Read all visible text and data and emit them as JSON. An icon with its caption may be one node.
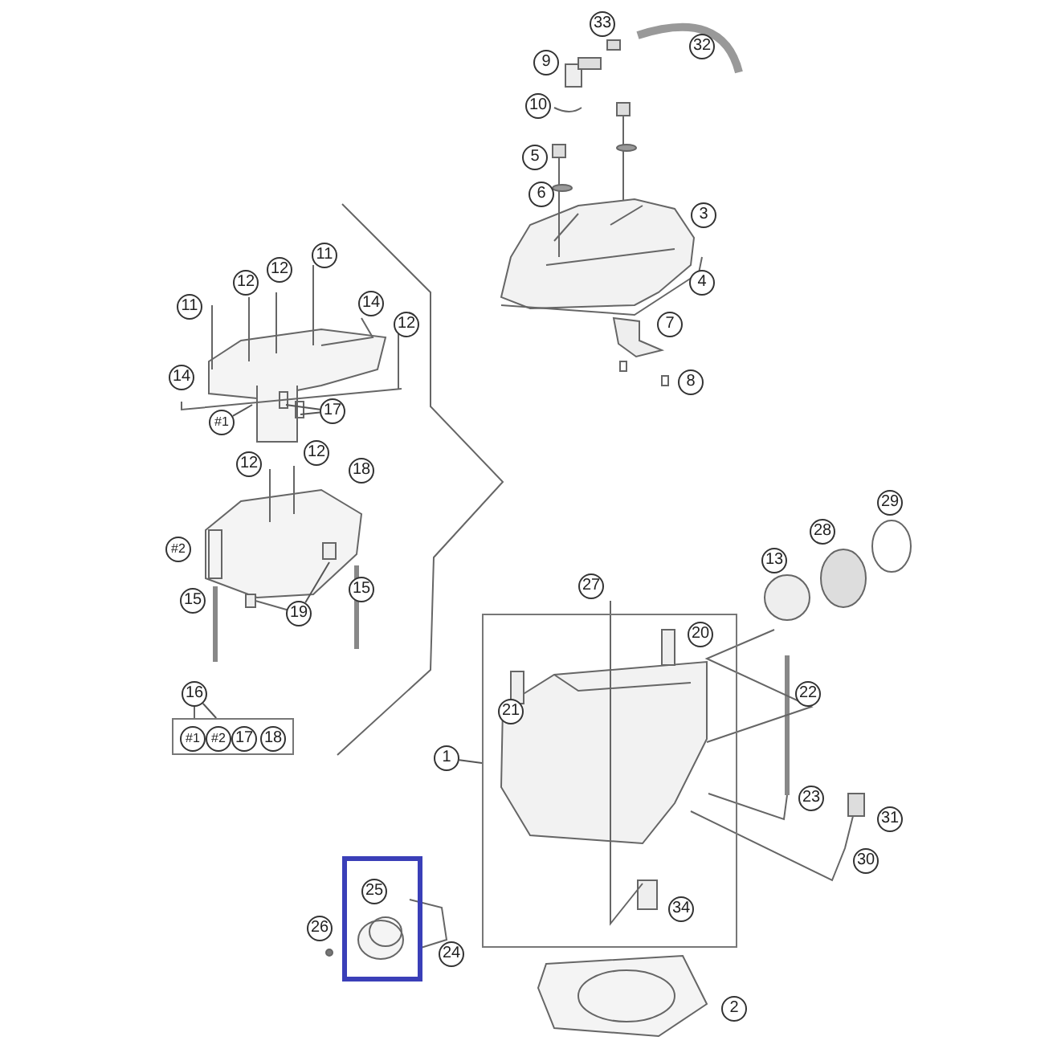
{
  "diagram": {
    "nodes": [
      {
        "text": [],
        "shape": "box"
      },
      {
        "text": [
          "1"
        ]
      },
      {
        "text": [
          "16"
        ]
      },
      {
        "text": [],
        "shape": "box"
      },
      {
        "text": [
          "#1"
        ],
        "in": 3
      },
      {
        "text": [
          "#2"
        ],
        "in": 3
      },
      {
        "text": [
          "17"
        ],
        "in": 3
      },
      {
        "text": [
          "18"
        ],
        "in": 3
      },
      {
        "text": [
          "#1"
        ]
      },
      {
        "text": [
          "17"
        ]
      },
      {
        "text": [
          "19"
        ]
      },
      {
        "text": [],
        "shape": "box"
      },
      {
        "text": [
          "25"
        ],
        "in": 11
      },
      {
        "text": [
          "33"
        ]
      },
      {
        "text": [
          "32"
        ]
      },
      {
        "text": [
          "9"
        ]
      },
      {
        "text": [
          "10"
        ]
      },
      {
        "text": [
          "5"
        ]
      },
      {
        "text": [
          "6"
        ]
      },
      {
        "text": [
          "3"
        ]
      },
      {
        "text": [
          "11"
        ]
      },
      {
        "text": [
          "12"
        ]
      },
      {
        "text": [
          "12"
        ]
      },
      {
        "text": [
          "4"
        ]
      },
      {
        "text": [
          "11"
        ]
      },
      {
        "text": [
          "14"
        ]
      },
      {
        "text": [
          "12"
        ]
      },
      {
        "text": [
          "7"
        ]
      },
      {
        "text": [
          "14"
        ]
      },
      {
        "text": [
          "8"
        ]
      },
      {
        "text": [
          "12"
        ]
      },
      {
        "text": [
          "12"
        ]
      },
      {
        "text": [
          "18"
        ]
      },
      {
        "text": [
          "29"
        ]
      },
      {
        "text": [
          "28"
        ]
      },
      {
        "text": [
          "#2"
        ]
      },
      {
        "text": [
          "13"
        ]
      },
      {
        "text": [
          "27"
        ]
      },
      {
        "text": [
          "15"
        ]
      },
      {
        "text": [
          "15"
        ]
      },
      {
        "text": [
          "20"
        ],
        "in": 0
      },
      {
        "text": [
          "22"
        ]
      },
      {
        "text": [
          "21"
        ],
        "in": 0
      },
      {
        "text": [
          "23"
        ]
      },
      {
        "text": [
          "31"
        ]
      },
      {
        "text": [
          "30"
        ]
      },
      {
        "text": [
          "34"
        ],
        "in": 0
      },
      {
        "text": [
          "26"
        ]
      },
      {
        "text": [
          "24"
        ]
      },
      {
        "text": [
          "2"
        ]
      }
    ],
    "edges": [
      {
        "from": 1,
        "to": 0,
        "arrow": "none"
      },
      {
        "from": 2,
        "to": 3,
        "arrow": "none"
      },
      {
        "from": 8,
        "to": null,
        "arrow": "none"
      },
      {
        "from": 9,
        "to": null,
        "arrow": "none"
      },
      {
        "from": 9,
        "to": null,
        "arrow": "none"
      },
      {
        "from": 10,
        "to": null,
        "arrow": "none"
      }
    ]
  }
}
